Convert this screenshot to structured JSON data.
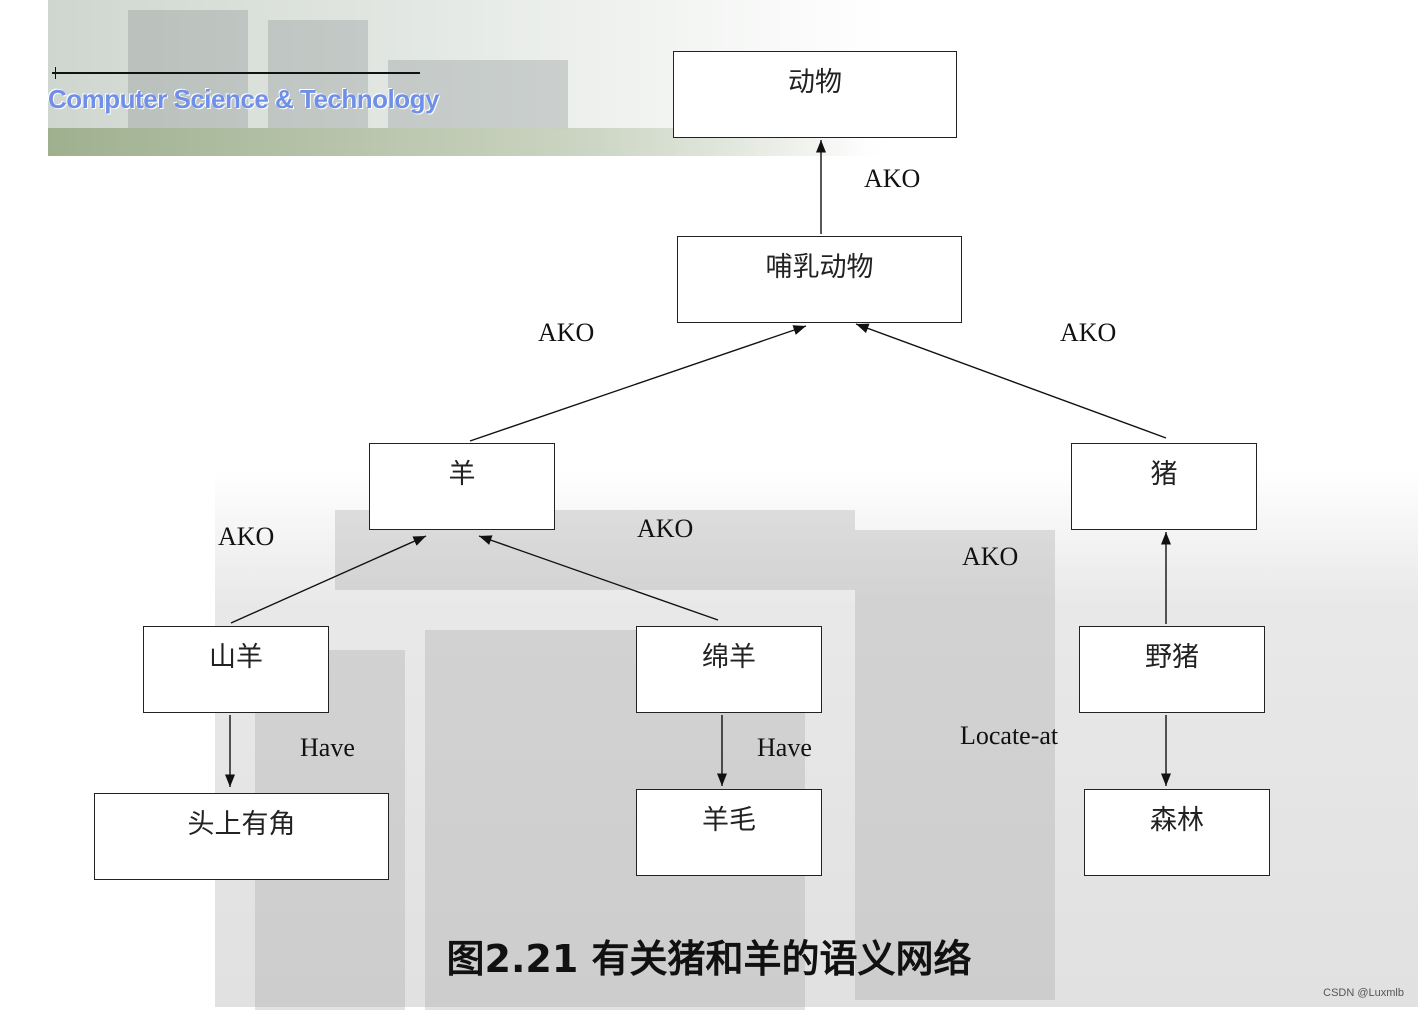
{
  "header": {
    "brand": "Computer Science & Technology"
  },
  "nodes": {
    "animal": "动物",
    "mammal": "哺乳动物",
    "sheep": "羊",
    "pig": "猪",
    "goat": "山羊",
    "woolly_sheep": "绵羊",
    "wild_boar": "野猪",
    "horns": "头上有角",
    "wool": "羊毛",
    "forest": "森林"
  },
  "edge_labels": {
    "mammal_animal": "AKO",
    "sheep_mammal": "AKO",
    "pig_mammal": "AKO",
    "goat_sheep": "AKO",
    "woolly_sheep_sheep": "AKO",
    "wild_boar_pig": "AKO",
    "goat_horns": "Have",
    "woolly_sheep_wool": "Have",
    "wild_boar_forest": "Locate-at"
  },
  "caption": "图2.21  有关猪和羊的语义网络",
  "watermark": "CSDN @Luxmlb"
}
